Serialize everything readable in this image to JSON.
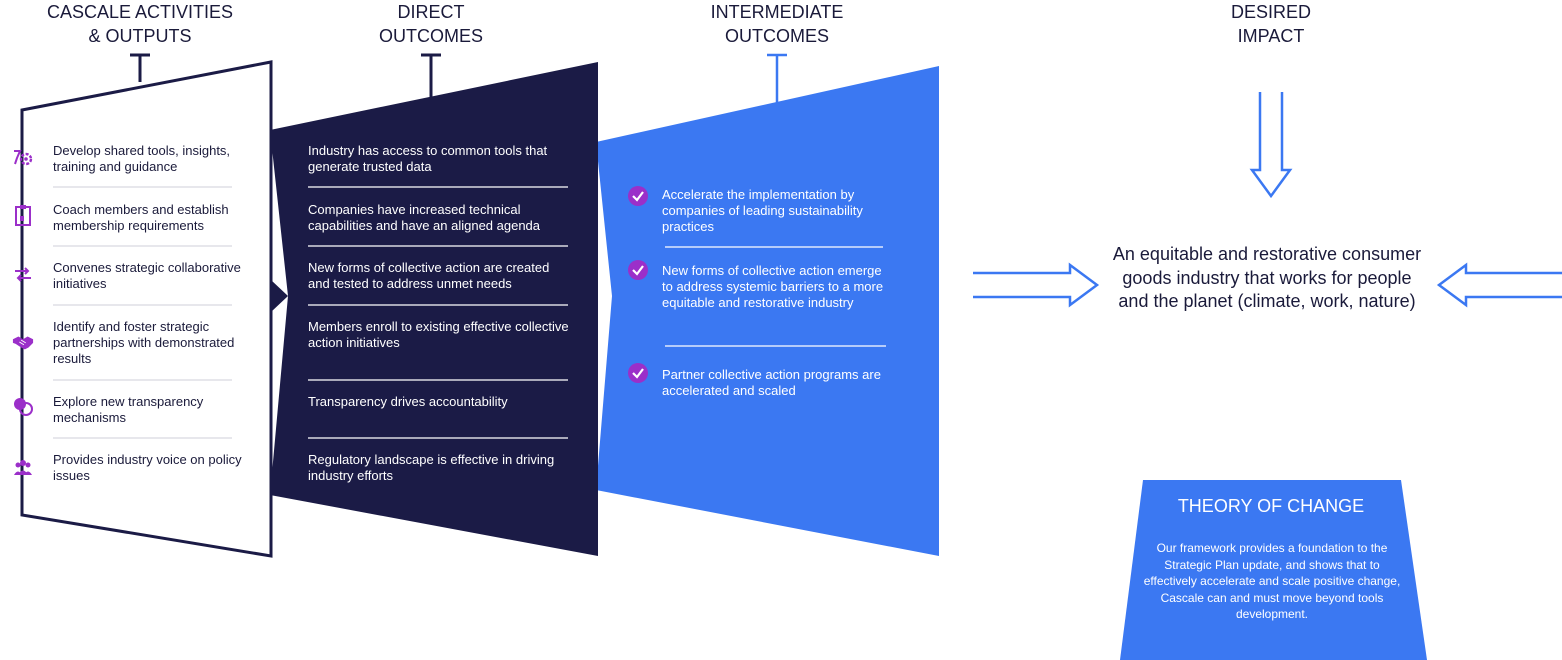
{
  "headers": {
    "activities": "CASCALE ACTIVITIES\n& OUTPUTS",
    "direct": "DIRECT\nOUTCOMES",
    "intermediate": "INTERMEDIATE\nOUTCOMES",
    "impact": "DESIRED\nIMPACT"
  },
  "activities": [
    {
      "label": "Develop shared tools, insights, training and guidance",
      "icon": "tools-gear-icon"
    },
    {
      "label": "Coach members and establish membership requirements",
      "icon": "clipboard-icon"
    },
    {
      "label": "Convenes strategic collaborative initiatives",
      "icon": "exchange-arrows-icon"
    },
    {
      "label": "Identify and foster strategic partnerships with demonstrated results",
      "icon": "handshake-icon"
    },
    {
      "label": "Explore new transparency mechanisms",
      "icon": "transparency-circles-icon"
    },
    {
      "label": "Provides industry voice on policy issues",
      "icon": "people-group-icon"
    }
  ],
  "direct_outcomes": [
    "Industry has access to common tools that generate trusted data",
    "Companies have increased technical capabilities and have an aligned agenda",
    "New forms of collective action are created and tested to address unmet needs",
    "Members enroll to existing effective collective action initiatives",
    "Transparency drives accountability",
    "Regulatory landscape is effective in driving industry efforts"
  ],
  "intermediate_outcomes": [
    "Accelerate the implementation by companies of leading sustainability practices",
    "New forms of collective action emerge to address systemic barriers to a more equitable and restorative industry",
    "Partner collective action programs are accelerated and scaled"
  ],
  "impact_text": "An equitable and restorative consumer goods industry that works for people and the planet (climate, work, nature)",
  "theory": {
    "title": "THEORY OF CHANGE",
    "body": "Our framework provides a foundation to the Strategic Plan update, and shows that to effectively accelerate and scale positive change, Cascale can and must move beyond tools development."
  },
  "colors": {
    "navy": "#1b1b46",
    "blue": "#3b78f2",
    "purple": "#9b2fc9",
    "text": "#1a1a3a"
  }
}
